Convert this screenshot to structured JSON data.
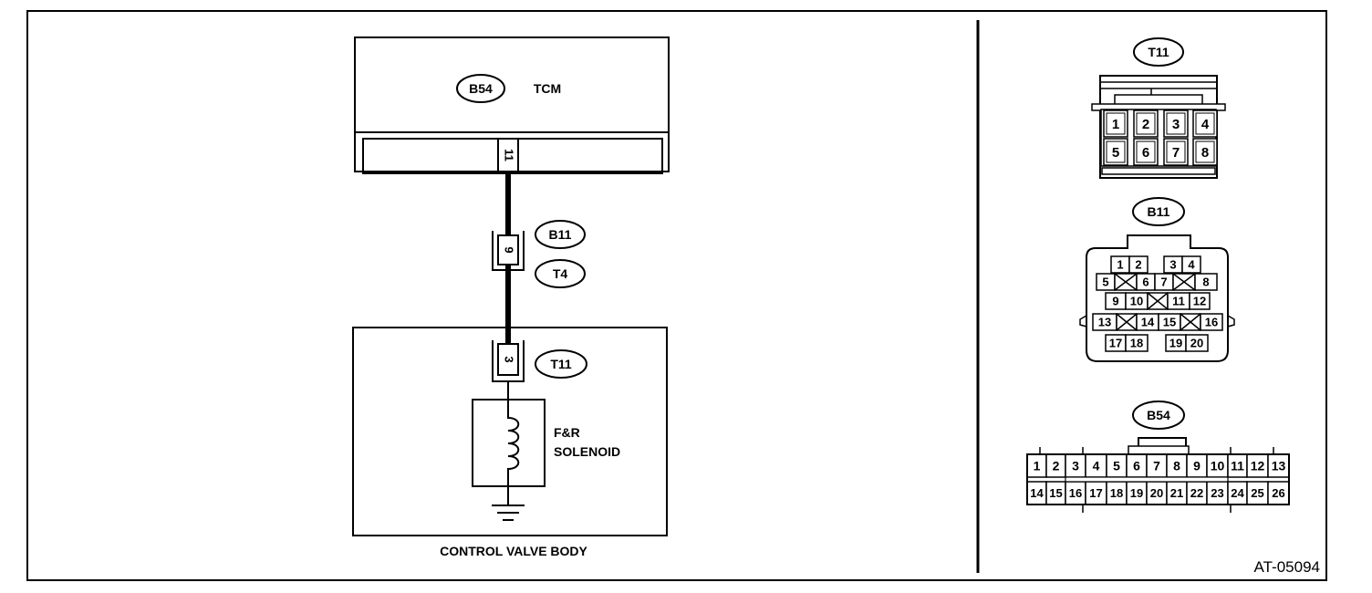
{
  "tcm": {
    "connector_id": "B54",
    "name": "TCM",
    "pin": "11"
  },
  "mid_connector": {
    "pin": "9",
    "male_id": "B11",
    "female_id": "T4"
  },
  "valve_body": {
    "label": "CONTROL VALVE BODY",
    "connector_id": "T11",
    "pin": "3",
    "solenoid_line1": "F&R",
    "solenoid_line2": "SOLENOID"
  },
  "connectors": {
    "t11": {
      "id": "T11",
      "pins": [
        "1",
        "2",
        "3",
        "4",
        "5",
        "6",
        "7",
        "8"
      ]
    },
    "b11": {
      "id": "B11",
      "pins": [
        "1",
        "2",
        "3",
        "4",
        "5",
        "6",
        "7",
        "8",
        "9",
        "10",
        "11",
        "12",
        "13",
        "14",
        "15",
        "16",
        "17",
        "18",
        "19",
        "20"
      ]
    },
    "b54": {
      "id": "B54",
      "row1": [
        "1",
        "2",
        "3",
        "4",
        "5",
        "6",
        "7",
        "8",
        "9",
        "10",
        "11",
        "12",
        "13"
      ],
      "row2": [
        "14",
        "15",
        "16",
        "17",
        "18",
        "19",
        "20",
        "21",
        "22",
        "23",
        "24",
        "25",
        "26"
      ]
    }
  },
  "figure_ref": "AT-05094"
}
